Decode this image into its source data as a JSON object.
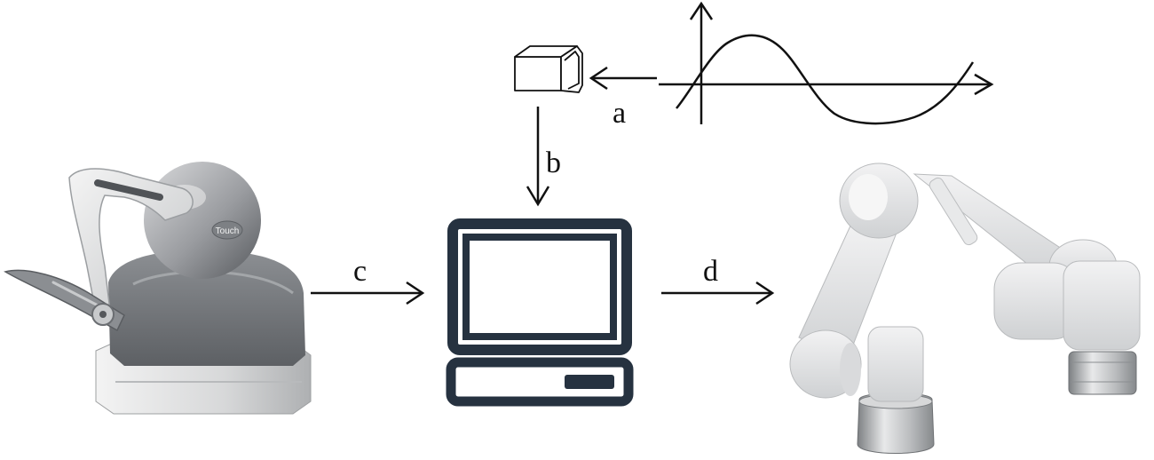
{
  "labels": {
    "a": "a",
    "b": "b",
    "c": "c",
    "d": "d"
  },
  "device_logo": "Touch",
  "colors": {
    "stroke": "#111111",
    "computer": "#263240",
    "haptic_dark": "#6f7276",
    "haptic_light": "#c9cbcd",
    "robot_body": "#e4e5e6",
    "robot_metal": "#a9abad"
  },
  "icons": {
    "haptic_device": "haptic-touch-device",
    "sensor": "sensor-box",
    "signal": "sine-wave-signal",
    "computer": "computer-monitor",
    "robot": "robot-arm"
  }
}
